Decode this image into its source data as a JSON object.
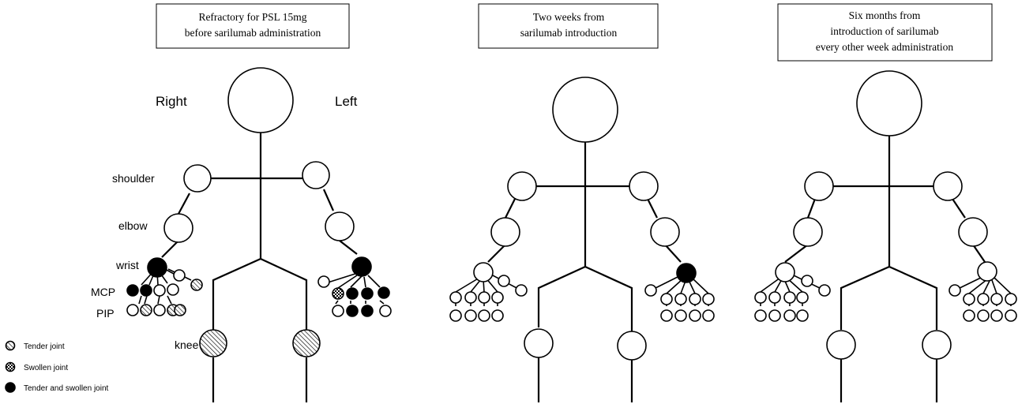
{
  "panels": [
    {
      "caption": [
        "Refractory for PSL 15mg",
        "before sarilumab administration"
      ],
      "right_label": "Right",
      "left_label": "Left",
      "joint_labels": {
        "shoulder": "shoulder",
        "elbow": "elbow",
        "wrist": "wrist",
        "mcp": "MCP",
        "pip": "PIP",
        "knee": "knee"
      },
      "joint_states": {
        "right_wrist": "tender_swollen",
        "left_wrist": "tender_swollen",
        "right_knee": "tender",
        "left_knee": "tender",
        "right_mcp": [
          "tender_swollen",
          "tender_swollen",
          "normal",
          "normal",
          "normal"
        ],
        "right_pip": [
          "normal",
          "tender",
          "normal",
          "tender",
          "tender"
        ],
        "left_mcp": [
          "normal",
          "swollen",
          "tender_swollen",
          "tender_swollen",
          "tender_swollen"
        ],
        "left_pip": [
          "normal",
          "tender_swollen",
          "tender_swollen",
          "normal"
        ]
      }
    },
    {
      "caption": [
        "Two weeks from",
        "sarilumab introduction"
      ],
      "joint_states": {
        "left_wrist": "tender_swollen"
      }
    },
    {
      "caption": [
        "Six months from",
        "introduction of sarilumab",
        "every other week administration"
      ],
      "joint_states": {}
    }
  ],
  "legend": [
    {
      "key": "tender",
      "label": "Tender joint"
    },
    {
      "key": "swollen",
      "label": "Swollen joint"
    },
    {
      "key": "tender_swollen",
      "label": "Tender and swollen joint"
    }
  ]
}
